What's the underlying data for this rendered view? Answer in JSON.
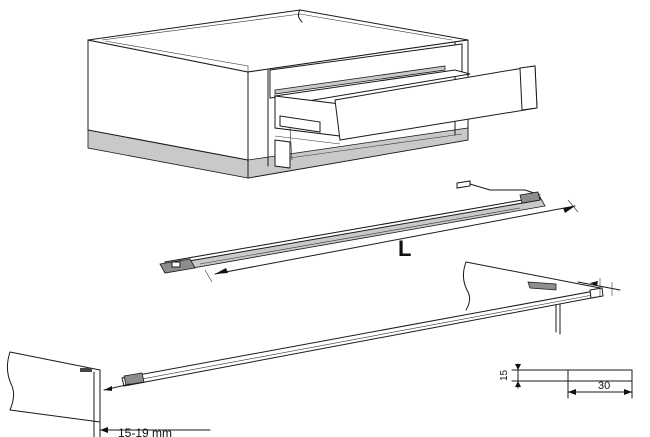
{
  "labels": {
    "length_symbol": "L",
    "panel_thickness": "15-19 mm",
    "offset_width": "30",
    "offset_height": "15"
  }
}
